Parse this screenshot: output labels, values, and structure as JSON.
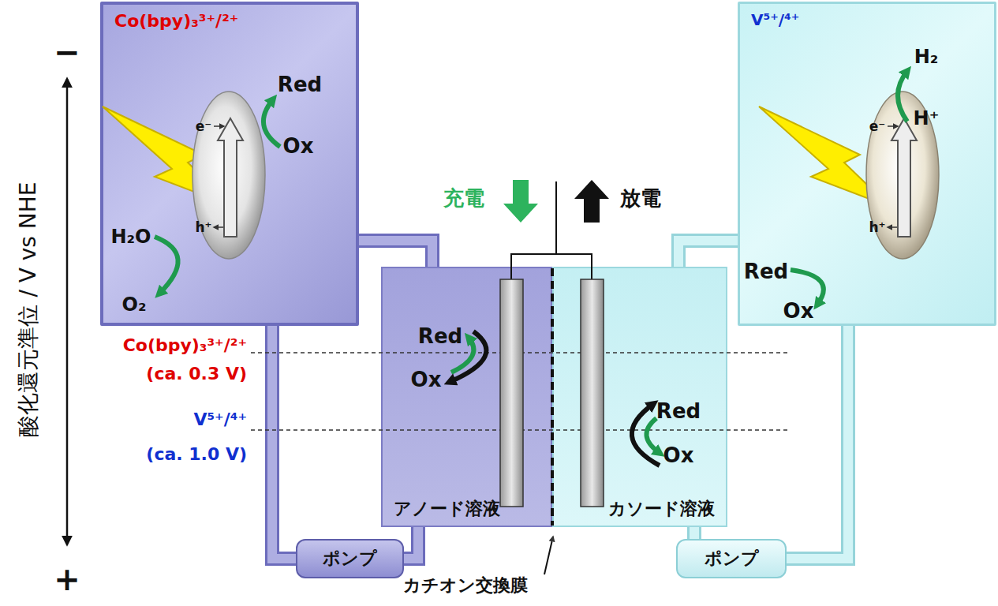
{
  "diagram": {
    "nodes": [
      {
        "text": [
          "Co(bpy)₃³⁺/²⁺"
        ]
      },
      {
        "text": [
          "V⁵⁺/⁴⁺"
        ]
      },
      {
        "text": [
          "アノード溶液"
        ]
      },
      {
        "text": [
          "カソード溶液"
        ]
      },
      {
        "text": [
          "ポンプ"
        ]
      },
      {
        "text": [
          "ポンプ"
        ]
      }
    ],
    "edges": [
      {
        "from": 0,
        "to": 2,
        "arrow": "none"
      },
      {
        "from": 2,
        "to": 4,
        "arrow": "none"
      },
      {
        "from": 4,
        "to": 0,
        "arrow": "none"
      },
      {
        "from": 1,
        "to": 3,
        "arrow": "none"
      },
      {
        "from": 3,
        "to": 5,
        "arrow": "none"
      },
      {
        "from": 5,
        "to": 1,
        "arrow": "none"
      }
    ],
    "labels": [
      "Red",
      "Ox",
      "e⁻",
      "h⁺",
      "H₂O",
      "O₂",
      "H₂",
      "H⁺",
      "e⁻",
      "h⁺",
      "Red",
      "Ox",
      "Red",
      "Ox",
      "Red",
      "Ox",
      "充電",
      "放電",
      "カチオン交換膜",
      "酸化還元準位 / V vs NHE",
      "−",
      "+",
      "Co(bpy)₃³⁺/²⁺",
      "(ca. 0.3 V)",
      "V⁵⁺/⁴⁺",
      "(ca. 1.0 V)"
    ]
  }
}
